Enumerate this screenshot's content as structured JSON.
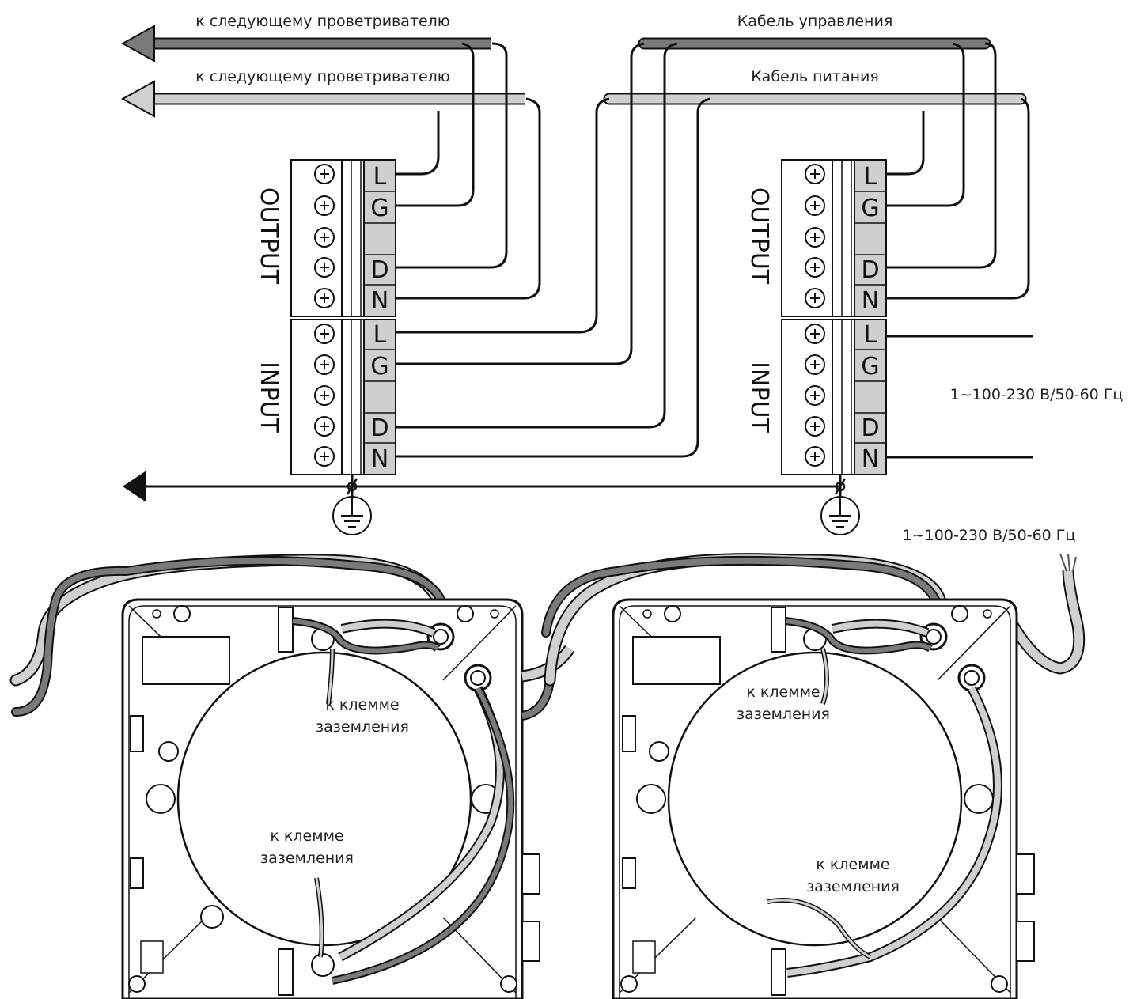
{
  "labels": {
    "to_next_fan_top": "к следующему проветривателю",
    "to_next_fan_second": "к следующему проветривателю",
    "control_cable": "Кабель управления",
    "power_cable": "Кабель питания",
    "supply_right": "1~100-230 В/50-60 Гц",
    "supply_bottom_right": "1~100-230 В/50-60 Гц",
    "ground_terminal_line1": "к клемме",
    "ground_terminal_line2": "заземления"
  },
  "terminal_blocks": {
    "output_label": "OUTPUT",
    "input_label": "INPUT",
    "output_terminals": [
      "L",
      "G",
      "",
      "D",
      "N"
    ],
    "input_terminals": [
      "L",
      "G",
      "",
      "D",
      "N"
    ]
  },
  "colors": {
    "control_cable": "#7a7a7a",
    "power_cable": "#d0d0d0",
    "terminal_fill": "#cfcfcf",
    "wire": "#111111"
  }
}
